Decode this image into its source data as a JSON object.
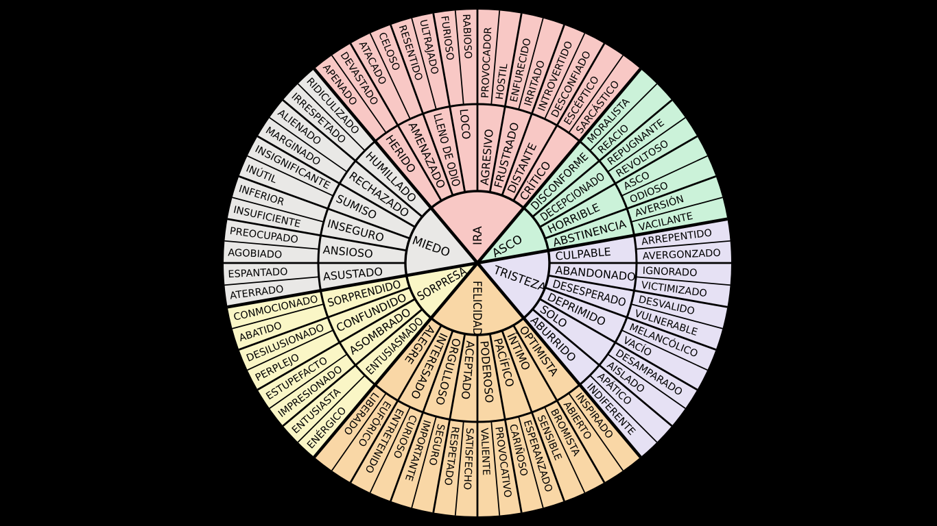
{
  "wheel": {
    "background": "#000000",
    "line_color": "#000000",
    "text_color": "#000000",
    "sectors": [
      {
        "name": "IRA",
        "color": "#f8c8c5",
        "start": -40,
        "end": 40,
        "middle": [
          "HERIDO",
          "AMENAZADO",
          "LLENO DE ODIO",
          "LOCO",
          "AGRESIVO",
          "FRUSTRADO",
          "DISTANTE",
          "CRÍTICO"
        ],
        "outer": [
          "APENADO",
          "DEVASTADO",
          "ATACADO",
          "CELOSO",
          "RESENTIDO",
          "ULTRAJADO",
          "FURIOSO",
          "RABIOSO",
          "PROVOCADOR",
          "HOSTIL",
          "ENFURECIDO",
          "IRRITADO",
          "INTROVERTIDO",
          "DESCONFIADO",
          "ESCÉPTICO",
          "SARCÁSTICO"
        ]
      },
      {
        "name": "ASCO",
        "color": "#cbf2d9",
        "start": 40,
        "end": 80,
        "middle": [
          "DISCONFORME",
          "DECEPCIONADO",
          "HORRIBLE",
          "ABSTINENCIA"
        ],
        "outer": [
          "MORALISTA",
          "REACIO",
          "REPUGNANTE",
          "REVOLTOSO",
          "ASCO",
          "ODIOSO",
          "AVERSIÓN",
          "VACILANTE"
        ]
      },
      {
        "name": "TRISTEZA",
        "color": "#e6e1f4",
        "start": 80,
        "end": 140,
        "middle": [
          "CULPABLE",
          "ABANDONADO",
          "DESESPERADO",
          "DEPRIMIDO",
          "SOLO",
          "ABURRIDO"
        ],
        "outer": [
          "ARREPENTIDO",
          "AVERGONZADO",
          "IGNORADO",
          "VICTIMIZADO",
          "DESVALIDO",
          "VULNERABLE",
          "MELANCÓLICO",
          "VACÍO",
          "DESAMPARADO",
          "AISLADO",
          "APÁTICO",
          "INDIFERENTE"
        ]
      },
      {
        "name": "FELICIDAD",
        "color": "#f9d7a6",
        "start": 140,
        "end": 220,
        "middle": [
          "OPTIMISTA",
          "ÍNTIMO",
          "PACÍFICO",
          "PODEROSO",
          "ACEPTADO",
          "ORGULLOSO",
          "INTERESADO",
          "ALEGRE"
        ],
        "outer": [
          "INSPIRADO",
          "ABIERTO",
          "BROMISTA",
          "SENSIBLE",
          "ESPERANZADO",
          "CARIÑOSO",
          "PROVOCATIVO",
          "VALIENTE",
          "SATISFECHO",
          "RESPETADO",
          "SEGURO",
          "IMPORTANTE",
          "CURIOSO",
          "ENTRETENIDO",
          "EUFÓRICO",
          "LIBERADO"
        ]
      },
      {
        "name": "SORPRESA",
        "color": "#faf6c6",
        "start": 220,
        "end": 260,
        "middle": [
          "ENTUSIASMADO",
          "ASOMBRADO",
          "CONFUNDIDO",
          "SORPRENDIDO"
        ],
        "outer": [
          "ENÉRGICO",
          "ENTUSIASTA",
          "IMPRESIONADO",
          "ESTUPEFACTO",
          "PERPLEJO",
          "DESILUSIONADO",
          "ABATIDO",
          "CONMOCIONADO"
        ]
      },
      {
        "name": "MIEDO",
        "color": "#e9e8e6",
        "start": 260,
        "end": 320,
        "middle": [
          "ASUSTADO",
          "ANSIOSO",
          "INSEGURO",
          "SUMISO",
          "RECHAZADO",
          "HUMILLADO"
        ],
        "outer": [
          "ATERRADO",
          "ESPANTADO",
          "AGOBIADO",
          "PREOCUPADO",
          "INSUFICIENTE",
          "INFERIOR",
          "INÚTIL",
          "INSIGNIFICANTE",
          "MARGINADO",
          "ALIENADO",
          "IRRESPETADO",
          "RIDICULIZADO"
        ]
      }
    ]
  }
}
